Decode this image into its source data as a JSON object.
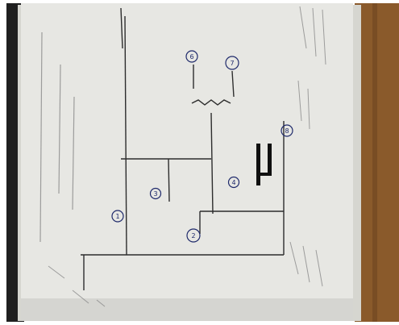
{
  "photo": {
    "colors": {
      "paper": "#e7e7e3",
      "paper_shadow": "#c9c9c4",
      "under_sheet": "#d6d6d0",
      "wood": "#8a5a2b",
      "wood_dark": "#6e4420",
      "dark_edge": "#1f1f1f",
      "ink_line": "#2d2d2d",
      "ink_blue": "#1f2a6b",
      "ink_faint": "#8a8a8a",
      "marker": "#101010"
    }
  },
  "nodes": {
    "n1": "1",
    "n2": "2",
    "n3": "3",
    "n4": "4",
    "n6": "6",
    "n7": "7",
    "n8": "8"
  }
}
